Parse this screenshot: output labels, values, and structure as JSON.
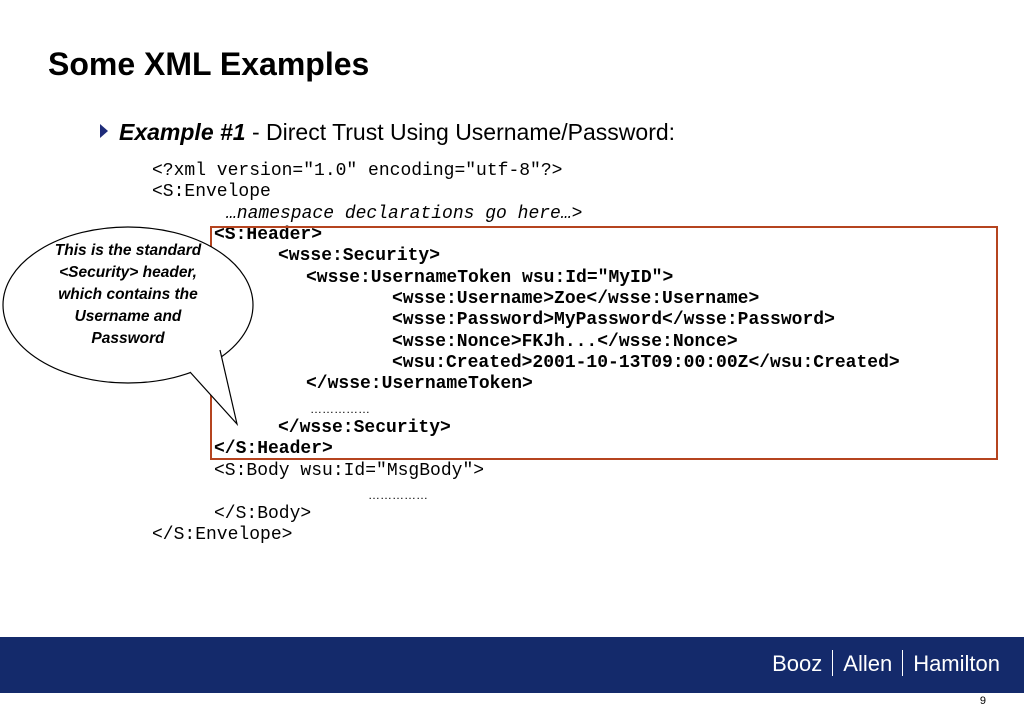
{
  "slide": {
    "title": "Some XML Examples",
    "bullet": {
      "label": "Example #1",
      "text": " - Direct Trust Using Username/Password:"
    }
  },
  "code": {
    "lines": [
      "<?xml version=\"1.0\" encoding=\"utf-8\"?>",
      "<S:Envelope",
      "…namespace declarations go here…>",
      "<S:Header>",
      "<wsse:Security>",
      "<wsse:UsernameToken wsu:Id=\"MyID\">",
      "<wsse:Username>Zoe</wsse:Username>",
      "<wsse:Password>MyPassword</wsse:Password>",
      "<wsse:Nonce>FKJh...</wsse:Nonce>",
      "<wsu:Created>2001-10-13T09:00:00Z</wsu:Created>",
      "</wsse:UsernameToken>",
      "……………",
      "</wsse:Security>",
      "</S:Header>",
      "<S:Body wsu:Id=\"MsgBody\">",
      "……………",
      "</S:Body>",
      "</S:Envelope>"
    ]
  },
  "callout": {
    "text": "This is the standard <Security> header, which contains the Username and Password"
  },
  "footer": {
    "brand": [
      "Booz",
      "Allen",
      "Hamilton"
    ],
    "page_number": "9"
  },
  "colors": {
    "footer_bg": "#142a6b",
    "box_border": "#b5441f",
    "bullet_arrow": "#1f2c7a"
  }
}
